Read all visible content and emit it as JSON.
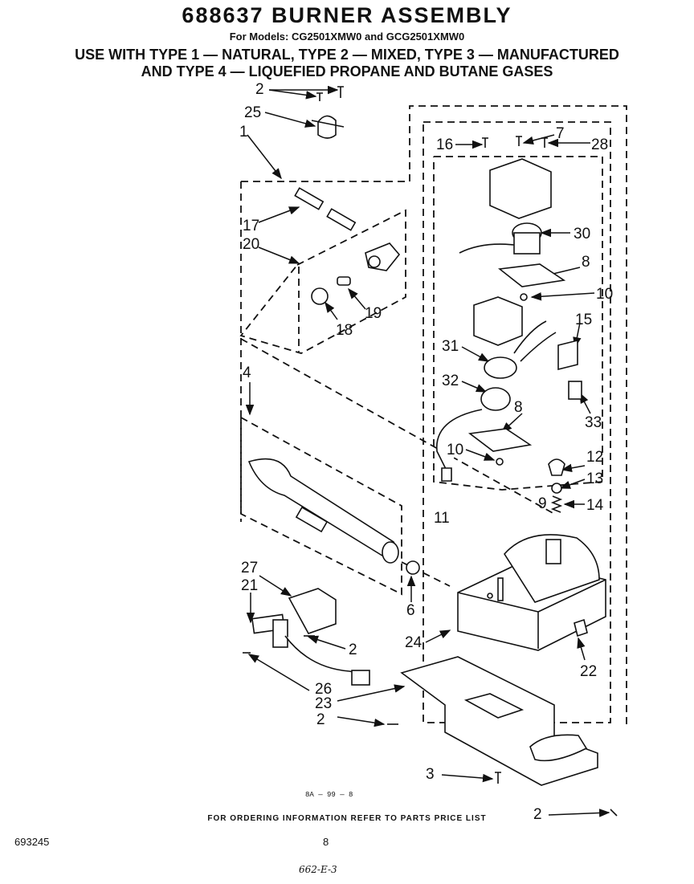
{
  "header": {
    "title": "688637 BURNER ASSEMBLY",
    "models": "For Models: CG2501XMW0 and GCG2501XMW0",
    "usage_line1": "USE WITH TYPE 1 — NATURAL, TYPE 2 — MIXED, TYPE 3 — MANUFACTURED",
    "usage_line2": "AND TYPE 4 — LIQUEFIED PROPANE AND BUTANE GASES"
  },
  "callouts": {
    "c1": "1",
    "c2a": "2",
    "c2b": "2",
    "c2c": "2",
    "c2d": "2",
    "c3": "3",
    "c4": "4",
    "c6": "6",
    "c7": "7",
    "c8a": "8",
    "c8b": "8",
    "c9": "9",
    "c10a": "10",
    "c10b": "10",
    "c11": "11",
    "c12": "12",
    "c13": "13",
    "c14": "14",
    "c15": "15",
    "c16": "16",
    "c17": "17",
    "c18": "18",
    "c19": "19",
    "c20": "20",
    "c21": "21",
    "c22": "22",
    "c23": "23",
    "c24": "24",
    "c25": "25",
    "c26": "26",
    "c27": "27",
    "c28": "28",
    "c30": "30",
    "c31": "31",
    "c32": "32",
    "c33": "33"
  },
  "diagram_ref": "8A — 99 — 8",
  "footer": {
    "ordering_note": "FOR ORDERING INFORMATION REFER TO PARTS PRICE LIST",
    "doc_number": "693245",
    "page_number": "8",
    "handwritten_code": "662-E-3"
  }
}
